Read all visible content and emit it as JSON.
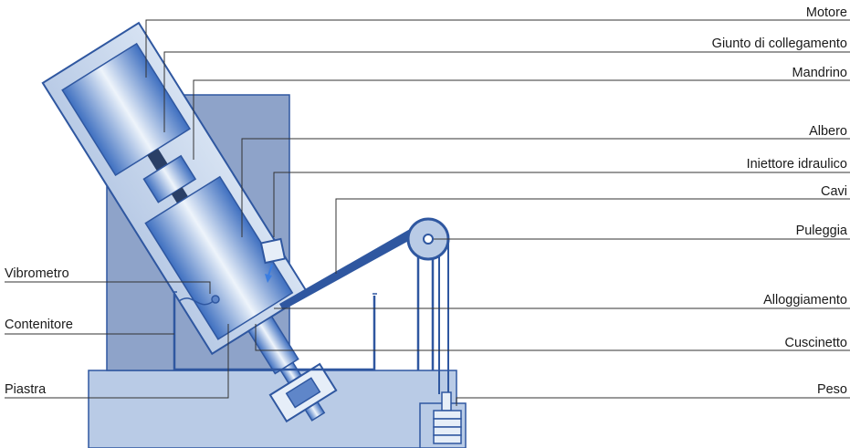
{
  "colors": {
    "frame": "#8ea3c9",
    "frame_outline": "#2f57a0",
    "base": "#b9cbe6",
    "component_stroke": "#2f57a0",
    "arrow": "#3b7de0",
    "leader": "#333333",
    "text": "#1a1a1a"
  },
  "labels": {
    "motore": "Motore",
    "giunto": "Giunto di collegamento",
    "mandrino": "Mandrino",
    "albero": "Albero",
    "iniettore": "Iniettore idraulico",
    "cavi": "Cavi",
    "puleggia": "Puleggia",
    "alloggiamento": "Alloggiamento",
    "cuscinetto": "Cuscinetto",
    "peso": "Peso",
    "vibrometro": "Vibrometro",
    "contenitore": "Contenitore",
    "piastra": "Piastra"
  }
}
